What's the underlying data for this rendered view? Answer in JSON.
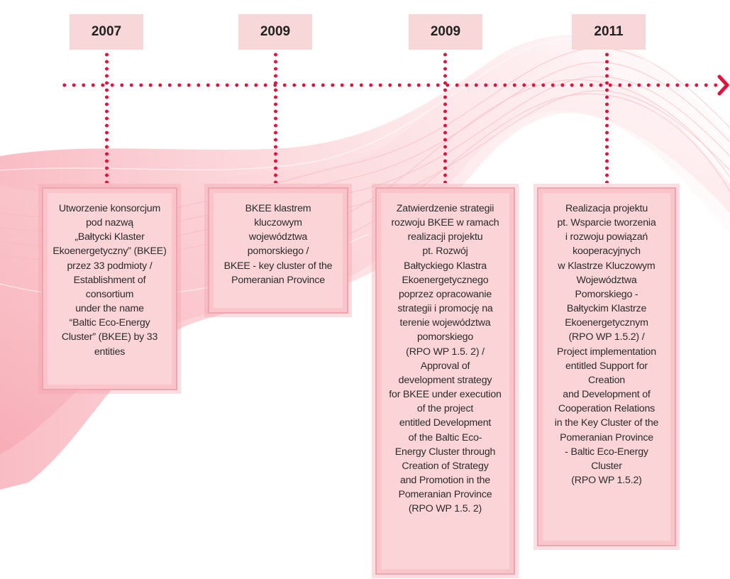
{
  "timeline": [
    {
      "year": "2007",
      "text": "Utworzenie konsorcjum\npod nazwą\n„Bałtycki Klaster\nEkoenergetyczny” (BKEE)\nprzez 33 podmioty /\nEstablishment of\nconsortium\nunder the name\n“Baltic Eco-Energy\nCluster” (BKEE) by 33\nentities"
    },
    {
      "year": "2009",
      "text": "BKEE klastrem\nkluczowym\nwojewództwa\npomorskiego /\nBKEE - key cluster of the\nPomeranian Province"
    },
    {
      "year": "2009",
      "text": "Zatwierdzenie strategii\nrozwoju BKEE w ramach\nrealizacji projektu\npt. Rozwój\nBałtyckiego Klastra\nEkoenergetycznego\npoprzez opracowanie\nstrategii i promocję na\nterenie województwa\npomorskiego\n(RPO WP 1.5. 2) /\nApproval of\ndevelopment strategy\nfor BKEE under execution\nof the project\nentitled Development\nof the Baltic Eco-\nEnergy Cluster through\nCreation of Strategy\nand Promotion in the\nPomeranian Province\n(RPO WP 1.5. 2)"
    },
    {
      "year": "2011",
      "text": "Realizacja projektu\npt. Wsparcie tworzenia\ni rozwoju powiązań\nkooperacyjnych\nw Klastrze Kluczowym\nWojewództwa\nPomorskiego -\nBałtyckim Klastrze\nEkoenergetycznym\n(RPO WP 1.5.2) /\nProject implementation\nentitled Support for\nCreation\nand Development of\nCooperation Relations\nin the Key Cluster of the\nPomeranian Province\n- Baltic Eco-Energy\nCluster\n(RPO WP 1.5.2)"
    }
  ],
  "colors": {
    "accent": "#e5133b",
    "year_bg": "#f8d7d9",
    "box_fill": "#fbd4d8",
    "box_frame": "#f9c5cb",
    "wave": "#f7a6b0"
  },
  "icons": {
    "timeline_arrow": "chevron-right-icon"
  }
}
